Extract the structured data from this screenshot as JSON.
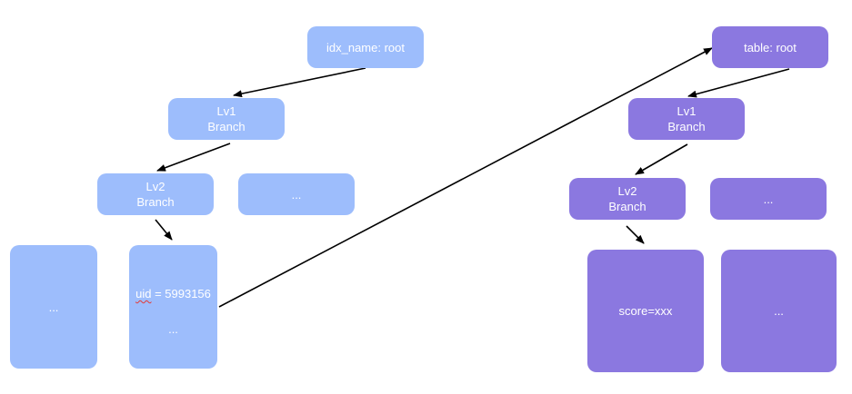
{
  "left_tree": {
    "root": "idx_name: root",
    "lv1": [
      "Lv1",
      "Branch"
    ],
    "lv2": [
      "Lv2",
      "Branch"
    ],
    "lv2_sibling": "...",
    "leaf_left": "...",
    "leaf_uid": {
      "key": "uid",
      "rest": " = 5993156",
      "more": "..."
    }
  },
  "right_tree": {
    "root": "table: root",
    "lv1": [
      "Lv1",
      "Branch"
    ],
    "lv2": [
      "Lv2",
      "Branch"
    ],
    "lv2_sibling": "...",
    "leaf_score": "score=xxx",
    "leaf_right": "..."
  },
  "colors": {
    "index_node": "#9dbdfc",
    "table_node": "#8b78e0",
    "arrow": "#000000"
  }
}
